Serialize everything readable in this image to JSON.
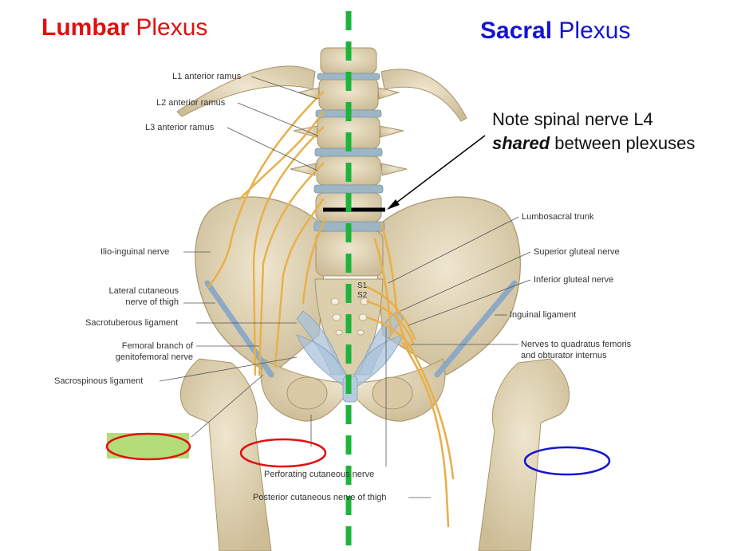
{
  "titles": {
    "lumbar_bold": "Lumbar",
    "lumbar_rest": " Plexus",
    "sacral_bold": "Sacral",
    "sacral_rest": " Plexus"
  },
  "note": {
    "line1": "Note spinal nerve L4",
    "line2_emphasis": "shared",
    "line2_rest": " between plexuses"
  },
  "labels_left": {
    "l1": "L1 anterior ramus",
    "l2": "L2 anterior ramus",
    "l3": "L3 anterior ramus",
    "ilioinguinal": "Ilio-inguinal nerve",
    "lateral_cutaneous_1": "Lateral cutaneous",
    "lateral_cutaneous_2": "nerve of thigh",
    "sacrotuberous": "Sacrotuberous ligament",
    "femoral_branch_1": "Femoral branch of",
    "femoral_branch_2": "genitofemoral nerve",
    "sacrospinous": "Sacrospinous ligament"
  },
  "labels_right": {
    "lumbosacral": "Lumbosacral trunk",
    "superior_gluteal": "Superior gluteal nerve",
    "inferior_gluteal": "Inferior gluteal nerve",
    "inguinal": "Inguinal ligament",
    "quadratus_1": "Nerves to quadratus femoris",
    "quadratus_2": "and obturator internus"
  },
  "labels_bottom": {
    "perforating": "Perforating cutaneous nerve",
    "posterior_cutaneous": "Posterior cutaneous nerve of thigh"
  },
  "vertebra_labels": {
    "s1": "S1",
    "s2": "S2"
  },
  "colors": {
    "lumbar_red": "#e01010",
    "sacral_blue": "#1414d2",
    "divider_green": "#1eb43c",
    "bone": "#e3d6b6",
    "bone_shade": "#c8b78f",
    "disc": "#9db6c6",
    "nerve": "#e8b04a",
    "ligament": "#a9c2d8",
    "highlight_green": "#b4dc78"
  }
}
